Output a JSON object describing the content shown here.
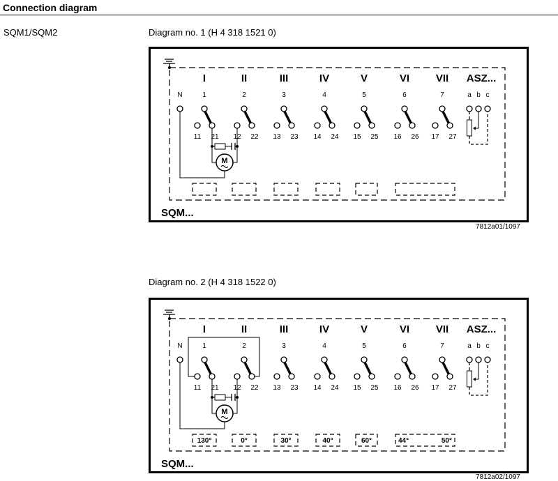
{
  "heading": "Connection diagram",
  "model": "SQM1/SQM2",
  "diagrams": [
    {
      "caption": "Diagram no. 1 (H 4 318 1521 0)",
      "ref": "7812a01/1097",
      "device": "SQM...",
      "groups": [
        "I",
        "II",
        "III",
        "IV",
        "V",
        "VI",
        "VII",
        "ASZ..."
      ],
      "terminals": [
        "N",
        "1",
        "2",
        "3",
        "4",
        "5",
        "6",
        "7"
      ],
      "asz_terminals": [
        "a",
        "b",
        "c"
      ],
      "contacts": [
        [
          "11",
          "21"
        ],
        [
          "12",
          "22"
        ],
        [
          "13",
          "23"
        ],
        [
          "14",
          "24"
        ],
        [
          "15",
          "25"
        ],
        [
          "16",
          "26"
        ],
        [
          "17",
          "27"
        ]
      ],
      "motor": "M",
      "cams": [
        "",
        "",
        "",
        "",
        "",
        ""
      ],
      "cam_wide": [
        "",
        ""
      ],
      "bridge": false
    },
    {
      "caption": "Diagram no. 2 (H 4 318 1522 0)",
      "ref": "7812a02/1097",
      "device": "SQM...",
      "groups": [
        "I",
        "II",
        "III",
        "IV",
        "V",
        "VI",
        "VII",
        "ASZ..."
      ],
      "terminals": [
        "N",
        "1",
        "2",
        "3",
        "4",
        "5",
        "6",
        "7"
      ],
      "asz_terminals": [
        "a",
        "b",
        "c"
      ],
      "contacts": [
        [
          "11",
          "21"
        ],
        [
          "12",
          "22"
        ],
        [
          "13",
          "23"
        ],
        [
          "14",
          "24"
        ],
        [
          "15",
          "25"
        ],
        [
          "16",
          "26"
        ],
        [
          "17",
          "27"
        ]
      ],
      "motor": "M",
      "cams": [
        "130°",
        "0°",
        "30°",
        "40°",
        "60°"
      ],
      "cam_wide": [
        "44°",
        "50°"
      ],
      "bridge": true
    }
  ]
}
